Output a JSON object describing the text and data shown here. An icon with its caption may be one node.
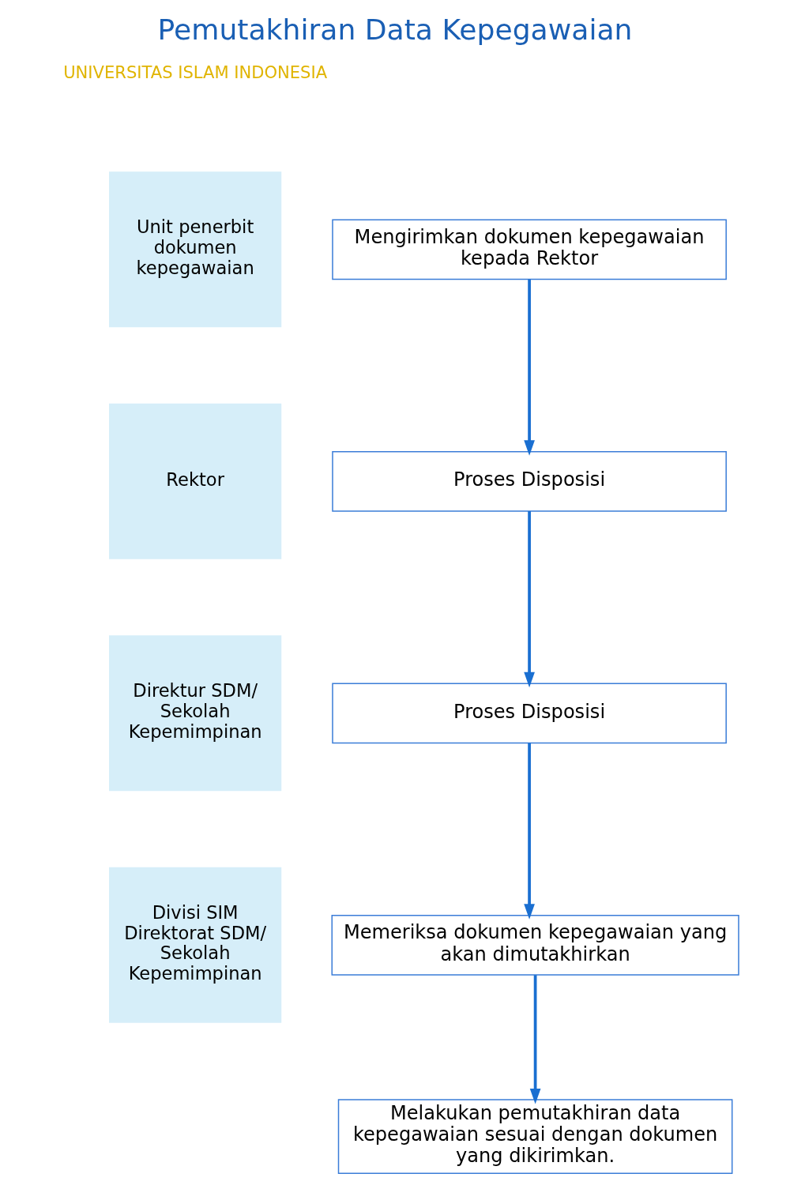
{
  "diagram": {
    "title": "Pemutakhiran Data Kepegawaian",
    "nodes": [
      {
        "text": [
          "Unit penerbit dokumen kepegawaian"
        ]
      },
      {
        "text": [
          "Mengirimkan dokumen kepegawaian kepada Rektor"
        ]
      },
      {
        "text": [
          "Rektor"
        ]
      },
      {
        "text": [
          "Proses Disposisi"
        ]
      },
      {
        "text": [
          "Direktur SDM/ Sekolah Kepemimpinan"
        ]
      },
      {
        "text": [
          "Proses Disposisi"
        ]
      },
      {
        "text": [
          "Divisi SIM Direktorat SDM/ Sekolah Kepemimpinan"
        ]
      },
      {
        "text": [
          "Memeriksa dokumen kepegawaian yang akan dimutakhirkan"
        ]
      },
      {
        "text": [
          "Melakukan pemutakhiran data kepegawaian sesuai dengan dokumen yang dikirimkan."
        ]
      }
    ],
    "edges": [
      {
        "from": 1,
        "to": 3,
        "arrow": "to"
      },
      {
        "from": 3,
        "to": 5,
        "arrow": "to"
      },
      {
        "from": 5,
        "to": 7,
        "arrow": "to"
      },
      {
        "from": 7,
        "to": 8,
        "arrow": "to"
      }
    ],
    "labels": [
      "UNIVERSITAS ISLAM INDONESIA"
    ]
  }
}
